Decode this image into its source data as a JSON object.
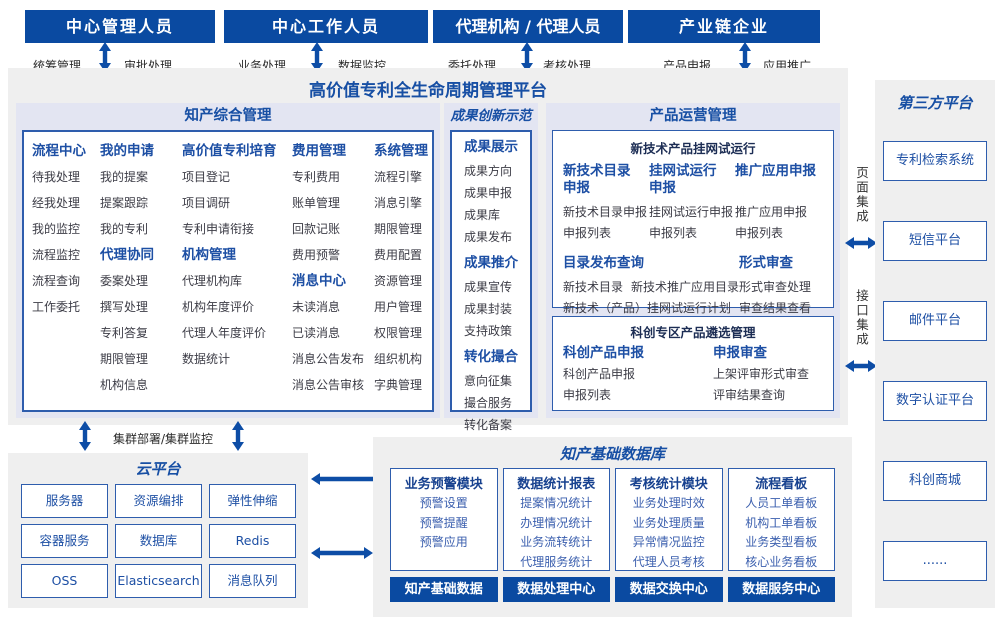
{
  "colors": {
    "navy": "#0a4aa1",
    "accent_blue": "#1d4fa4",
    "border_blue": "#2e5dad",
    "panel_bg": "#efefef",
    "section_bg": "#e3e5f2"
  },
  "actors": [
    {
      "title": "中心管理人员",
      "left_label": "统筹管理",
      "right_label": "审批处理"
    },
    {
      "title": "中心工作人员",
      "left_label": "业务处理",
      "right_label": "数据监控"
    },
    {
      "title": "代理机构 / 代理人员",
      "left_label": "委托处理",
      "right_label": "考核处理"
    },
    {
      "title": "产业链企业",
      "left_label": "产品申报",
      "right_label": "应用推广"
    }
  ],
  "platform": {
    "title": "高价值专利全生命周期管理平台"
  },
  "ip": {
    "title": "知产综合管理",
    "columns": [
      {
        "groups": [
          {
            "header": "流程中心",
            "items": [
              "待我处理",
              "经我处理",
              "我的监控",
              "流程监控",
              "流程查询",
              "工作委托"
            ]
          }
        ]
      },
      {
        "groups": [
          {
            "header": "我的申请",
            "items": [
              "我的提案",
              "提案跟踪",
              "我的专利"
            ]
          },
          {
            "header": "代理协同",
            "items": [
              "委案处理",
              "撰写处理",
              "专利答复",
              "期限管理",
              "机构信息"
            ]
          }
        ]
      },
      {
        "groups": [
          {
            "header": "高价值专利培育",
            "items": [
              "项目登记",
              "项目调研",
              "专利申请衔接"
            ]
          },
          {
            "header": "机构管理",
            "items": [
              "代理机构库",
              "机构年度评价",
              "代理人年度评价",
              "数据统计"
            ]
          }
        ]
      },
      {
        "groups": [
          {
            "header": "费用管理",
            "items": [
              "专利费用",
              "账单管理",
              "回款记账",
              "费用预警"
            ]
          },
          {
            "header": "消息中心",
            "items": [
              "未读消息",
              "已读消息",
              "消息公告发布",
              "消息公告审核"
            ]
          }
        ]
      },
      {
        "groups": [
          {
            "header": "系统管理",
            "items": [
              "流程引擎",
              "消息引擎",
              "期限管理",
              "费用配置",
              "资源管理",
              "用户管理",
              "权限管理",
              "组织机构",
              "字典管理"
            ]
          }
        ]
      }
    ]
  },
  "achv": {
    "title": "成果创新示范",
    "groups": [
      {
        "header": "成果展示",
        "items": [
          "成果方向",
          "成果申报",
          "成果库",
          "成果发布"
        ]
      },
      {
        "header": "成果推介",
        "items": [
          "成果宣传",
          "成果封装",
          "支持政策"
        ]
      },
      {
        "header": "转化撮合",
        "items": [
          "意向征集",
          "撮合服务",
          "转化备案"
        ]
      }
    ]
  },
  "prod": {
    "title": "产品运营管理",
    "box1": {
      "title": "新技术产品挂网试运行",
      "cols": [
        {
          "header": "新技术目录申报",
          "items": [
            "新技术目录申报",
            "申报列表"
          ]
        },
        {
          "header": "挂网试运行申报",
          "items": [
            "挂网试运行申报",
            "申报列表"
          ]
        },
        {
          "header": "推广应用申报",
          "items": [
            "推广应用申报",
            "申报列表"
          ]
        }
      ],
      "catalog": {
        "header": "目录发布查询",
        "row_items": [
          "新技术目录",
          "新技术推广应用目录"
        ],
        "full_item": "新技术（产品）挂网试运行计划"
      },
      "review": {
        "header": "形式审查",
        "items": [
          "形式审查处理",
          "审查结果查看"
        ]
      }
    },
    "box2": {
      "title": "科创专区产品遴选管理",
      "cols": [
        {
          "header": "科创产品申报",
          "items": [
            "科创产品申报",
            "申报列表"
          ]
        },
        {
          "header": "申报审查",
          "items": [
            "上架评审形式审查",
            "评审结果查询"
          ]
        }
      ]
    }
  },
  "integ": {
    "page": "页面集成",
    "interface": "接口集成"
  },
  "third": {
    "title": "第三方平台",
    "boxes": [
      "专利检索系统",
      "短信平台",
      "邮件平台",
      "数字认证平台",
      "科创商城",
      "......"
    ]
  },
  "cluster": {
    "label": "集群部署/集群监控"
  },
  "cloud": {
    "title": "云平台",
    "boxes": [
      "服务器",
      "资源编排",
      "弹性伸缩",
      "容器服务",
      "数据库",
      "Redis",
      "OSS",
      "Elasticsearch",
      "消息队列"
    ]
  },
  "db": {
    "title": "知产基础数据库",
    "modules": [
      {
        "header": "业务预警模块",
        "items": [
          "预警设置",
          "预警提醒",
          "预警应用"
        ]
      },
      {
        "header": "数据统计报表",
        "items": [
          "提案情况统计",
          "办理情况统计",
          "业务流转统计",
          "代理服务统计"
        ]
      },
      {
        "header": "考核统计模块",
        "items": [
          "业务处理时效",
          "业务处理质量",
          "异常情况监控",
          "代理人员考核"
        ]
      },
      {
        "header": "流程看板",
        "items": [
          "人员工单看板",
          "机构工单看板",
          "业务类型看板",
          "核心业务看板"
        ]
      }
    ],
    "centers": [
      "知产基础数据",
      "数据处理中心",
      "数据交换中心",
      "数据服务中心"
    ]
  }
}
